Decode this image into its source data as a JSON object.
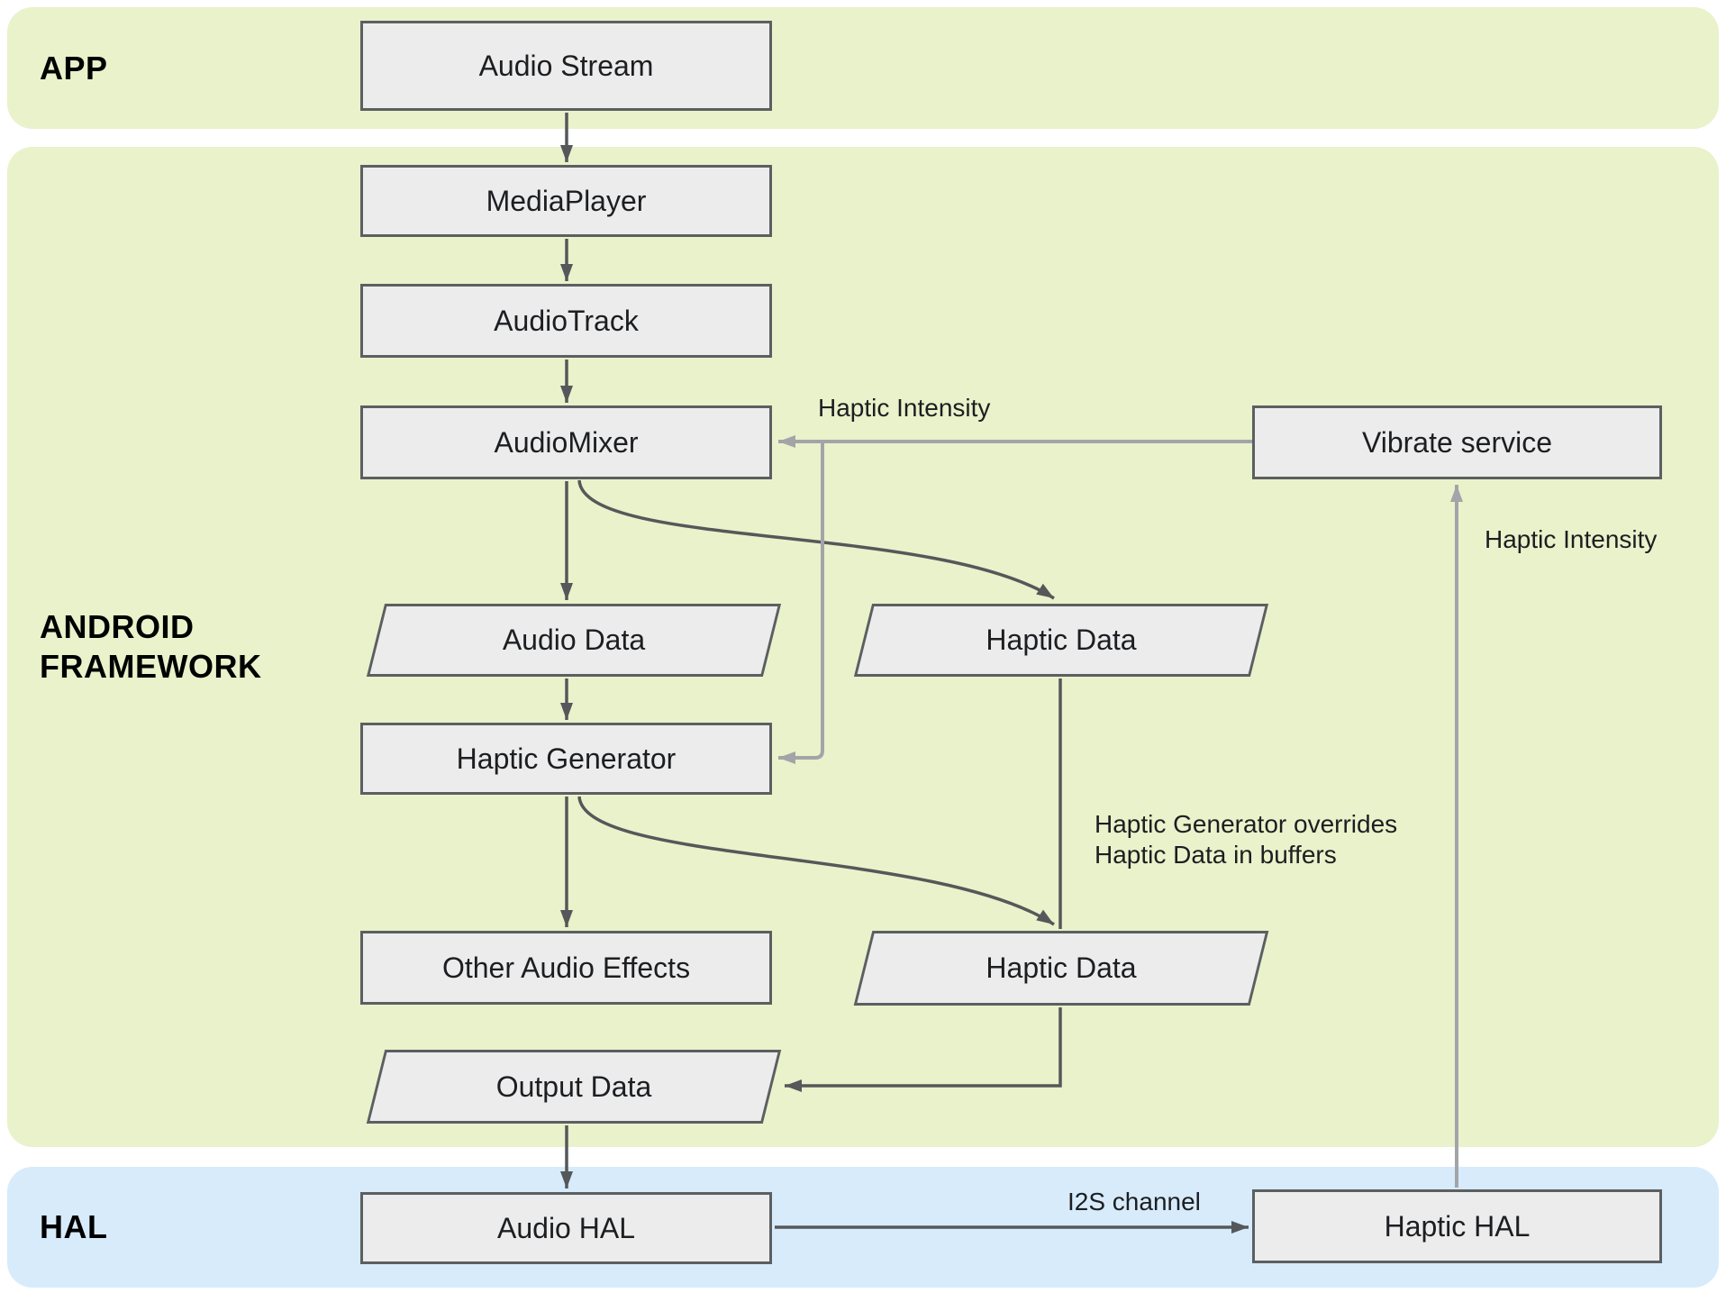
{
  "bands": {
    "app": {
      "label": "APP"
    },
    "framework": {
      "line1": "ANDROID",
      "line2": "FRAMEWORK"
    },
    "hal": {
      "label": "HAL"
    }
  },
  "nodes": {
    "audio_stream": {
      "label": "Audio Stream",
      "shape": "rect"
    },
    "media_player": {
      "label": "MediaPlayer",
      "shape": "rect"
    },
    "audio_track": {
      "label": "AudioTrack",
      "shape": "rect"
    },
    "audio_mixer": {
      "label": "AudioMixer",
      "shape": "rect"
    },
    "vibrate_service": {
      "label": "Vibrate service",
      "shape": "rect"
    },
    "audio_data": {
      "label": "Audio Data",
      "shape": "parallelogram"
    },
    "haptic_data_1": {
      "label": "Haptic Data",
      "shape": "parallelogram"
    },
    "haptic_generator": {
      "label": "Haptic Generator",
      "shape": "rect"
    },
    "other_audio_effects": {
      "label": "Other Audio Effects",
      "shape": "rect"
    },
    "haptic_data_2": {
      "label": "Haptic Data",
      "shape": "parallelogram"
    },
    "output_data": {
      "label": "Output Data",
      "shape": "parallelogram"
    },
    "audio_hal": {
      "label": "Audio HAL",
      "shape": "rect"
    },
    "haptic_hal": {
      "label": "Haptic HAL",
      "shape": "rect"
    }
  },
  "edge_labels": {
    "haptic_intensity_mixer": "Haptic Intensity",
    "haptic_intensity_hal": "Haptic Intensity",
    "override_note_line1": "Haptic Generator overrides",
    "override_note_line2": "Haptic Data in buffers",
    "i2s_channel": "I2S channel"
  },
  "colors": {
    "band_green": "#e9f2ca",
    "band_blue": "#d7ebfb",
    "node_fill": "#ececec",
    "node_border": "#5c5f61",
    "edge_dark": "#55585a",
    "edge_gray": "#a2a5a8",
    "text_dark": "#1c1e21"
  }
}
